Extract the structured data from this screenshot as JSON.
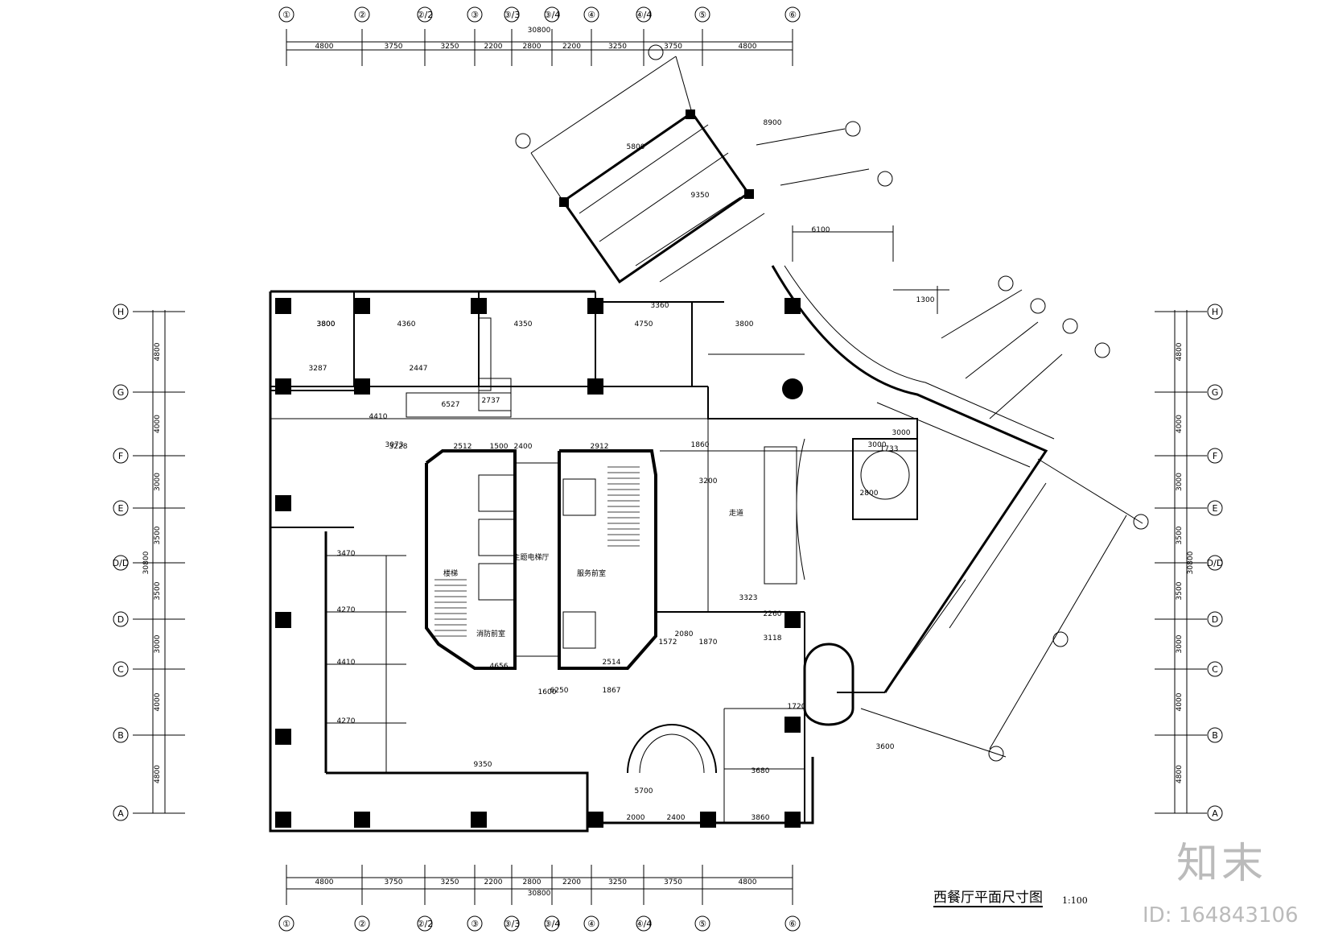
{
  "drawing": {
    "title": "西餐厅平面尺寸图",
    "scale": "1:100",
    "watermark": "知末",
    "watermark_id": "ID: 164843106"
  },
  "top_axes": [
    "①",
    "②",
    "②/2",
    "③",
    "③/3",
    "③/4",
    "④",
    "④/4",
    "⑤",
    "⑥"
  ],
  "top_dims": [
    "4800",
    "3750",
    "3250",
    "2200",
    "2800",
    "2200",
    "3250",
    "3750",
    "4800"
  ],
  "top_total": "30800",
  "bottom_dims": [
    "4800",
    "3750",
    "3250",
    "2200",
    "2800",
    "2200",
    "3250",
    "3750",
    "4800"
  ],
  "bottom_total": "30800",
  "left_axes": [
    "H",
    "G",
    "F",
    "E",
    "D/D",
    "D",
    "C",
    "B",
    "A"
  ],
  "left_dims": [
    "4800",
    "4000",
    "3000",
    "3500",
    "3500",
    "3000",
    "4000",
    "4800"
  ],
  "left_total": "30800",
  "right_axes": [
    "H",
    "G",
    "F",
    "E",
    "D/D",
    "D",
    "C",
    "B",
    "A"
  ],
  "right_dims": [
    "4800",
    "4000",
    "3000",
    "3500",
    "3500",
    "3000",
    "4000",
    "4800"
  ],
  "right_total": "30800",
  "room_labels": [
    "主题电梯厅",
    "服务前室",
    "消防前室",
    "楼梯",
    "走道"
  ],
  "inner_dims": [
    "3800",
    "4360",
    "4350",
    "4750",
    "3800",
    "3360",
    "3287",
    "2447",
    "2737",
    "4410",
    "6527",
    "3073",
    "3228",
    "2512",
    "2400",
    "2912",
    "1500",
    "1600",
    "3200",
    "3000",
    "2800",
    "3470",
    "4270",
    "4410",
    "4270",
    "6250",
    "1867",
    "9350",
    "5700",
    "3680",
    "3860",
    "3600",
    "2000",
    "2400",
    "2260",
    "3118",
    "1870",
    "1572",
    "2514",
    "4656",
    "6100",
    "1300",
    "3000",
    "5800",
    "9350",
    "8900",
    "1733",
    "2080",
    "3323",
    "1860",
    "1720",
    "3800"
  ]
}
